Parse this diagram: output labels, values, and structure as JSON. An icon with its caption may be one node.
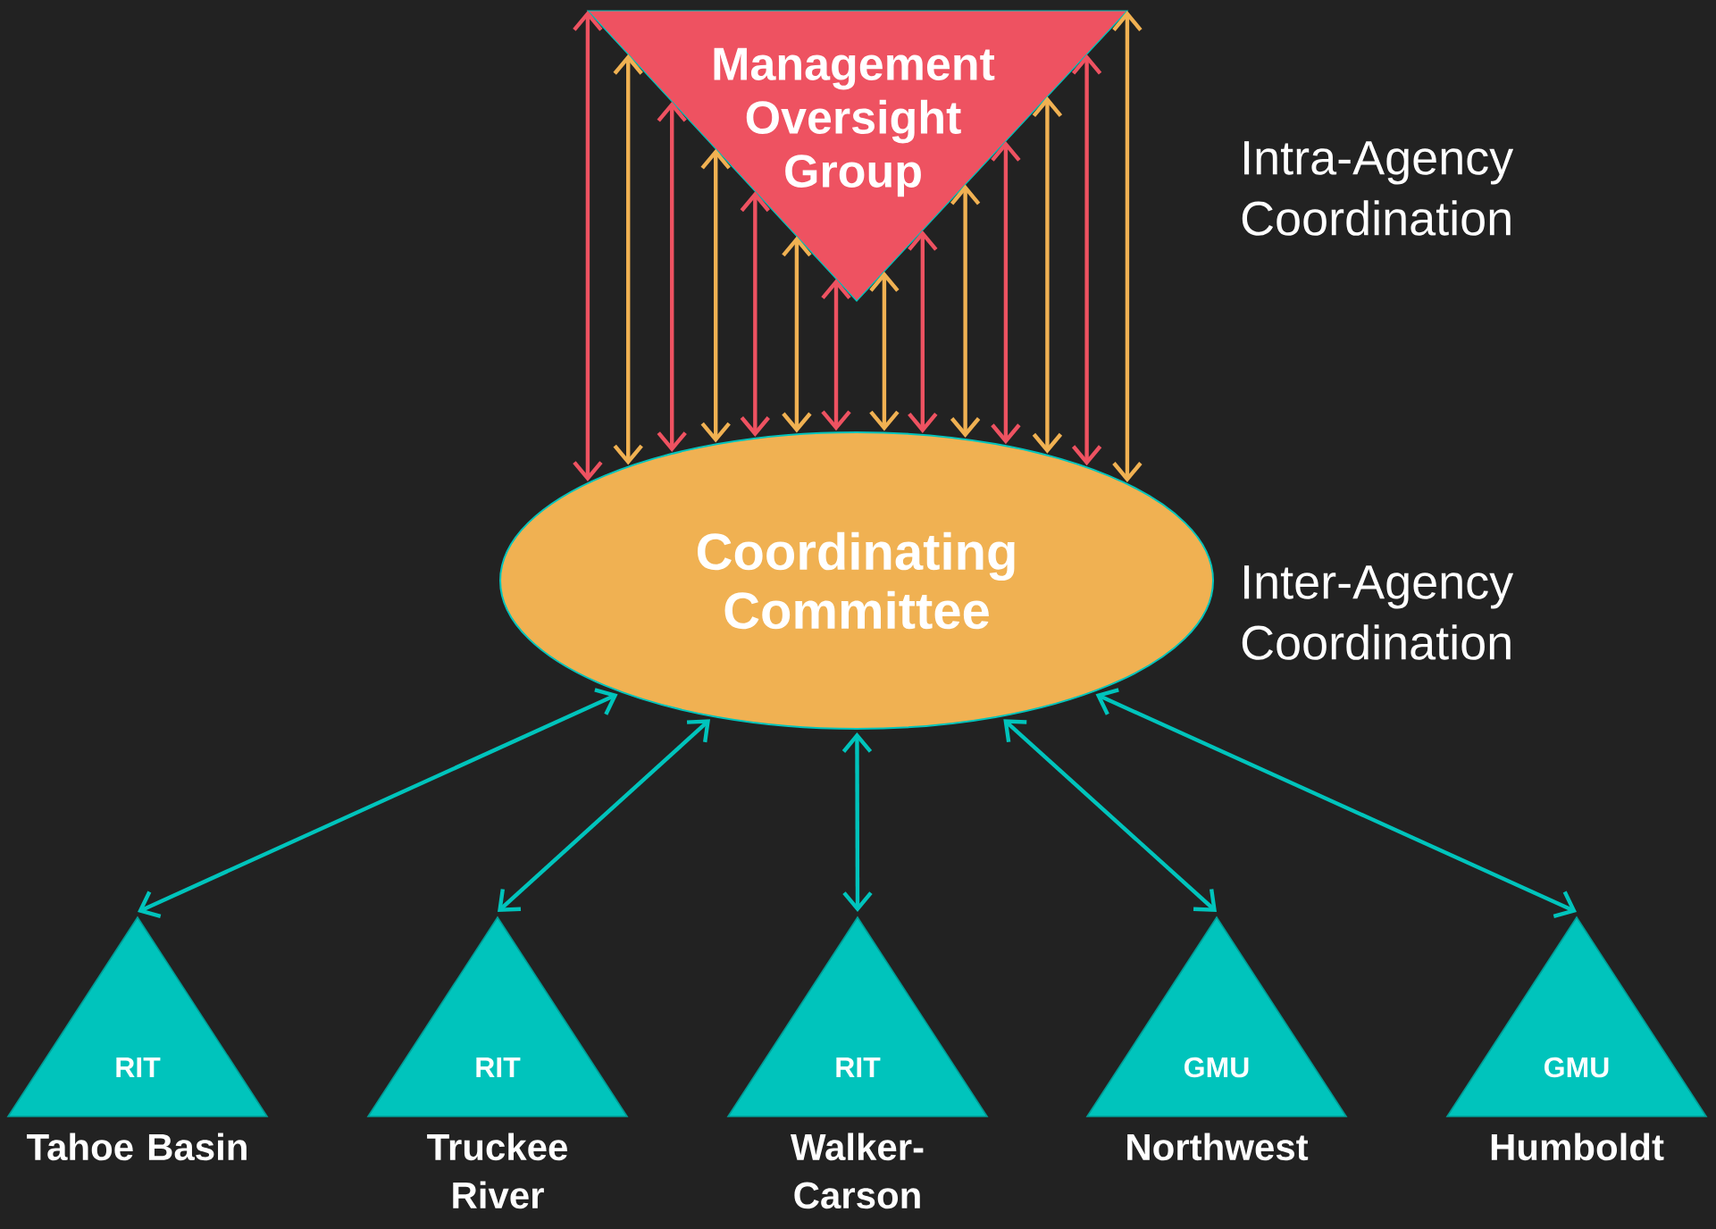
{
  "diagram": {
    "nodes": [
      {
        "text": [
          "Management Oversight Group"
        ]
      },
      {
        "text": [
          "Coordinating Committee"
        ]
      },
      {
        "text": [
          "RIT"
        ],
        "beside": [
          "Tahoe Basin"
        ]
      },
      {
        "text": [
          "RIT"
        ],
        "beside": [
          "Truckee River"
        ]
      },
      {
        "text": [
          "RIT"
        ],
        "beside": [
          "Walker-Carson"
        ]
      },
      {
        "text": [
          "GMU"
        ],
        "beside": [
          "Northwest"
        ]
      },
      {
        "text": [
          "GMU"
        ],
        "beside": [
          "Humboldt"
        ]
      }
    ],
    "edges": [
      {
        "from": 0,
        "to": 1,
        "arrow": "both",
        "color": "#ee5261"
      },
      {
        "from": 0,
        "to": 1,
        "arrow": "both",
        "color": "#f0b152"
      },
      {
        "from": 0,
        "to": 1,
        "arrow": "both",
        "color": "#ee5261"
      },
      {
        "from": 0,
        "to": 1,
        "arrow": "both",
        "color": "#f0b152"
      },
      {
        "from": 0,
        "to": 1,
        "arrow": "both",
        "color": "#ee5261"
      },
      {
        "from": 0,
        "to": 1,
        "arrow": "both",
        "color": "#f0b152"
      },
      {
        "from": 0,
        "to": 1,
        "arrow": "both",
        "color": "#ee5261"
      },
      {
        "from": 0,
        "to": 1,
        "arrow": "both",
        "color": "#f0b152"
      },
      {
        "from": 0,
        "to": 1,
        "arrow": "both",
        "color": "#ee5261"
      },
      {
        "from": 0,
        "to": 1,
        "arrow": "both",
        "color": "#f0b152"
      },
      {
        "from": 0,
        "to": 1,
        "arrow": "both",
        "color": "#ee5261"
      },
      {
        "from": 0,
        "to": 1,
        "arrow": "both",
        "color": "#f0b152"
      },
      {
        "from": 0,
        "to": 1,
        "arrow": "both",
        "color": "#ee5261"
      },
      {
        "from": 0,
        "to": 1,
        "arrow": "both",
        "color": "#f0b152"
      },
      {
        "from": 1,
        "to": 2,
        "arrow": "both",
        "color": "#00c4bc"
      },
      {
        "from": 1,
        "to": 3,
        "arrow": "both",
        "color": "#00c4bc"
      },
      {
        "from": 1,
        "to": 4,
        "arrow": "both",
        "color": "#00c4bc"
      },
      {
        "from": 1,
        "to": 5,
        "arrow": "both",
        "color": "#00c4bc"
      },
      {
        "from": 1,
        "to": 6,
        "arrow": "both",
        "color": "#00c4bc"
      }
    ],
    "labels": [
      "Intra-Agency Coordination",
      "Inter-Agency Coordination"
    ]
  }
}
